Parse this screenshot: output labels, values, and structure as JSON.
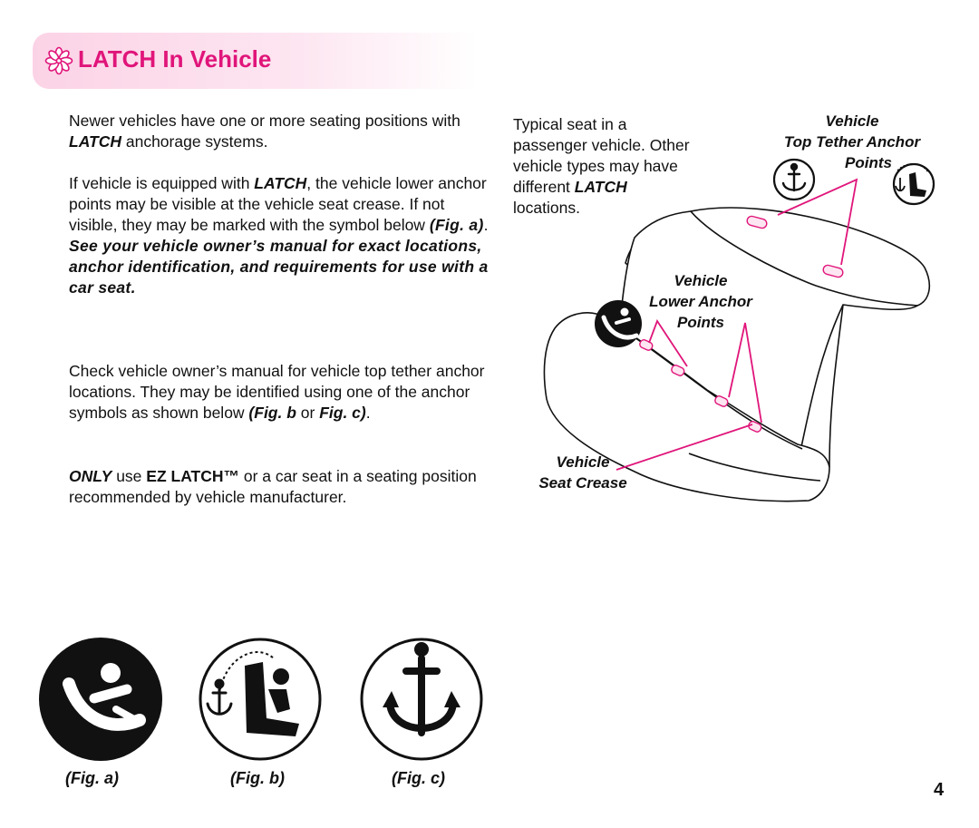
{
  "header": {
    "title": "LATCH In Vehicle",
    "accent_color": "#e0157a",
    "icon": "flower-icon"
  },
  "intro": {
    "p1": {
      "t1": "Newer vehicles have one or more seating positions with ",
      "latch": "LATCH",
      "t2": " anchorage systems."
    },
    "p2": {
      "t1": "If vehicle is equipped with ",
      "latch": "LATCH",
      "t2": ", the vehicle lower anchor points may be visible at the vehicle seat crease. If not visible, they may be marked with the symbol below ",
      "fig": "(Fig. a)",
      "t3": ". ",
      "note": "See your vehicle owner’s manual for exact locations, anchor identification, and requirements for use with a car seat."
    },
    "p3": {
      "t1": "Check vehicle owner’s manual for vehicle top tether anchor locations.  They may be identified using one of the anchor symbols as shown below ",
      "figb": "(Fig. b",
      "or": " or ",
      "figc": "Fig. c)",
      "t2": "."
    },
    "p4": {
      "only": "ONLY",
      "t1": " use ",
      "ez": "EZ LATCH™",
      "t2": " or a car seat in a seating position recommended by vehicle manufacturer."
    }
  },
  "diagram": {
    "caption": {
      "t1": "Typical seat in a passenger vehicle. Other vehicle types may have different ",
      "latch": "LATCH",
      "t2": " locations."
    },
    "top_tether_label": {
      "l1": "Vehicle",
      "l2": "Top Tether Anchor",
      "l3": "Points"
    },
    "lower_anchor_label": {
      "l1": "Vehicle",
      "l2": "Lower Anchor",
      "l3": "Points"
    },
    "seat_crease_label": {
      "l1": "Vehicle",
      "l2": "Seat Crease"
    },
    "leader_color": "#e0157a"
  },
  "figures": [
    {
      "caption": "(Fig. a)",
      "icon": "lower-anchor-symbol-icon"
    },
    {
      "caption": "(Fig. b)",
      "icon": "tether-anchor-seat-symbol-icon"
    },
    {
      "caption": "(Fig. c)",
      "icon": "tether-anchor-symbol-icon"
    }
  ],
  "page_number": "4"
}
